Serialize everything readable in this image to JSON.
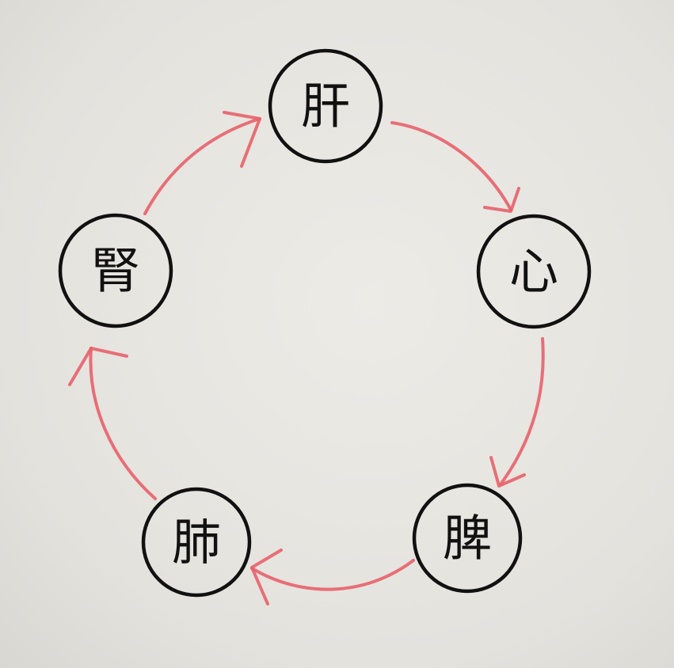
{
  "colors": {
    "arrow": "#e8606a",
    "ink": "#111111",
    "paper": "#e6e4df"
  },
  "nodes": [
    {
      "id": "liver",
      "label": "肝"
    },
    {
      "id": "heart",
      "label": "心"
    },
    {
      "id": "spleen",
      "label": "脾"
    },
    {
      "id": "lung",
      "label": "肺"
    },
    {
      "id": "kidney",
      "label": "腎"
    }
  ],
  "cycle": [
    "liver",
    "heart",
    "spleen",
    "lung",
    "kidney"
  ]
}
